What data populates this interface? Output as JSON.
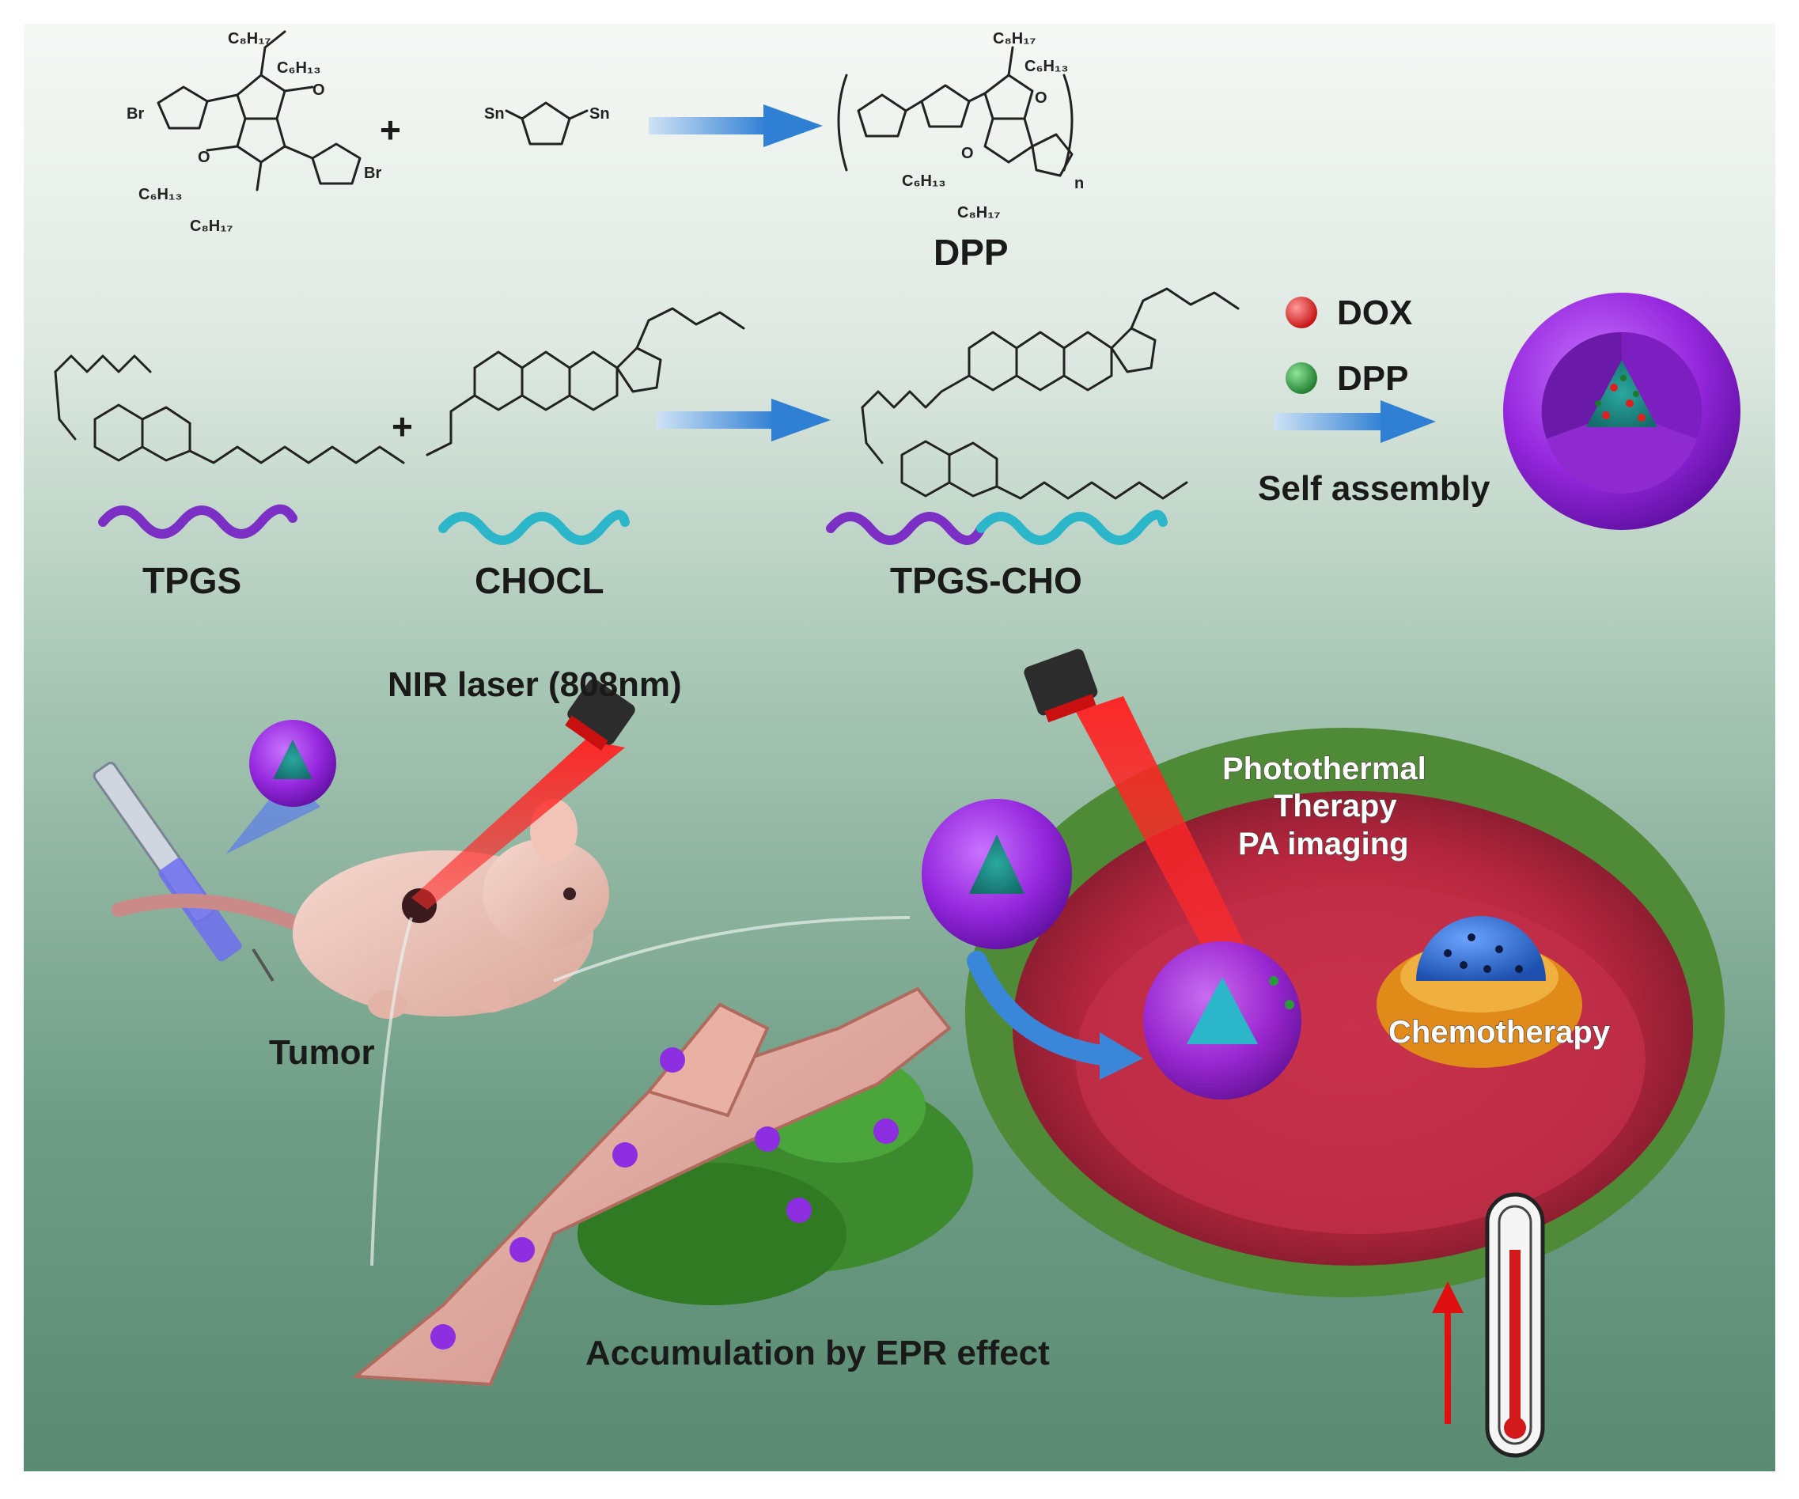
{
  "reagents": {
    "plus_1": "+",
    "plus_2": "+",
    "bromine_left": "Br",
    "bromine_right": "Br",
    "tin_left": "Sn",
    "tin_right": "Sn",
    "alkyl_chain": "C₈H₁₇",
    "alkyl_chain_short": "C₆H₁₃",
    "repeat_unit_n": "n"
  },
  "labels": {
    "dpp_polymer": "DPP",
    "tpgs": "TPGS",
    "chocl": "CHOCL",
    "tpgs_cho": "TPGS-CHO",
    "dox_legend": "DOX",
    "dpp_legend": "DPP",
    "self_assembly": "Self assembly",
    "nir_laser": "NIR laser (808nm)",
    "tumor": "Tumor",
    "epr": "Accumulation by EPR effect",
    "photothermal_line1": "Photothermal",
    "photothermal_line2": "Therapy",
    "pa_imaging": "PA imaging",
    "chemotherapy": "Chemotherapy"
  },
  "colors": {
    "tpgs_chain": "#7b2fc4",
    "chocl_chain": "#2bb7c9",
    "dox": "#e02020",
    "dpp": "#2a9a3a",
    "nanoparticle_shell": "#9b30e0",
    "laser": "#e0101a",
    "arrow": "#3a86d8"
  }
}
